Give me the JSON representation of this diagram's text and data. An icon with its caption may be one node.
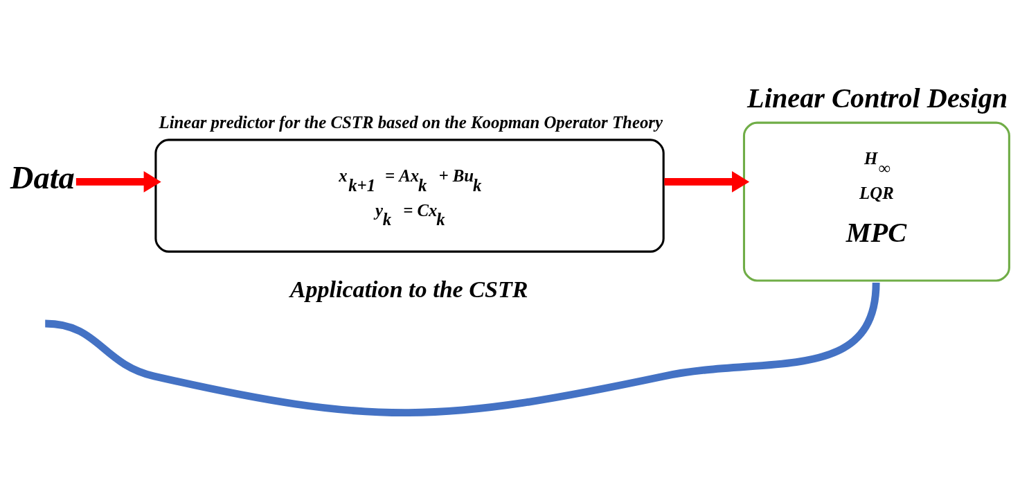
{
  "diagram": {
    "nodes": [
      {
        "text": [
          "Data"
        ]
      },
      {
        "text": [
          "Linear predictor for the CSTR based on the Koopman Operator Theory",
          "x$_{k+1}$ = Ax$_{k}$ + Bu$_{k}$",
          "y$_{k}$ = Cx$_{k}$"
        ]
      },
      {
        "text": [
          "Linear Control Design",
          "H$_{∞}$",
          "LQR",
          "MPC"
        ]
      }
    ],
    "edges": [
      {
        "from": 0,
        "to": 1,
        "arrow": "to"
      },
      {
        "from": 1,
        "to": 2,
        "arrow": "to"
      },
      {
        "from": 2,
        "to": null,
        "arrow": "none",
        "color": "#4472c4",
        "label": "Application to the CSTR"
      }
    ]
  }
}
